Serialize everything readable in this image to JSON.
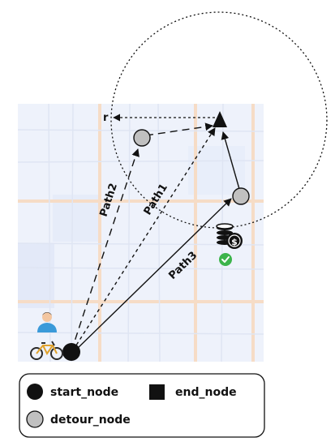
{
  "diagram": {
    "radius_label": "r",
    "paths": [
      {
        "label": "Path1"
      },
      {
        "label": "Path2"
      },
      {
        "label": "Path3"
      }
    ]
  },
  "legend": {
    "start_node": "start_node",
    "end_node": "end_node",
    "detour_node": "detour_node"
  },
  "colors": {
    "map_background": "#eef2fb",
    "road": "#f6dcc6",
    "node_fill": "#c0c0c0",
    "check": "#3cb44b"
  }
}
